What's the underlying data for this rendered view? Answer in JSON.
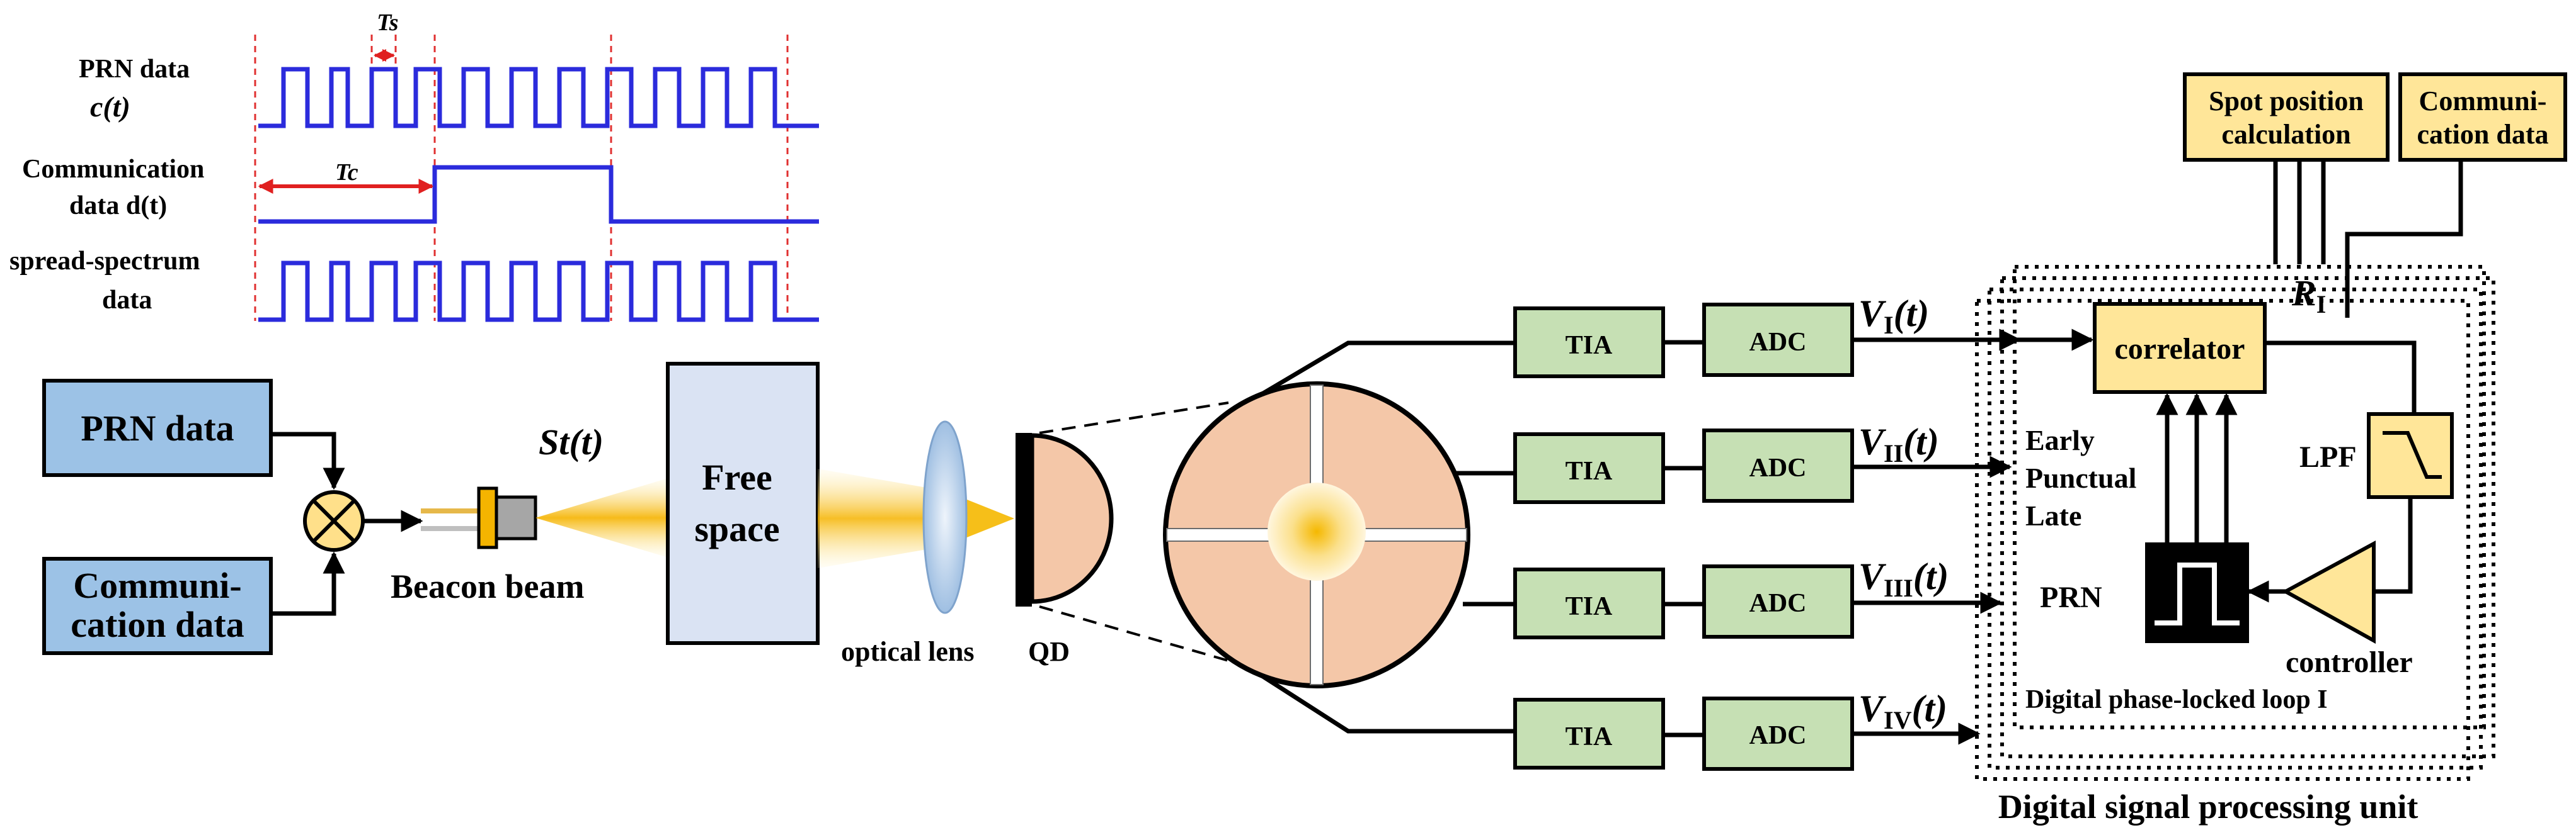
{
  "timing": {
    "prn_label_1": "PRN data",
    "prn_label_2": "c(t)",
    "comm_label_1": "Communication",
    "comm_label_2": "data d(t)",
    "spread_label_1": "spread-spectrum",
    "spread_label_2": "data",
    "ts_label": "Ts",
    "tc_label": "Tc"
  },
  "transmitter": {
    "prn_box": "PRN data",
    "comm_box_1": "Communi-",
    "comm_box_2": "cation data",
    "beacon_label": "Beacon beam",
    "signal_label": "St(t)",
    "free_space_1": "Free",
    "free_space_2": "space",
    "lens_label": "optical lens",
    "qd_label": "QD"
  },
  "channels": [
    {
      "tia": "TIA",
      "adc": "ADC",
      "voltage": "V",
      "subscript": "I",
      "arg": "(t)"
    },
    {
      "tia": "TIA",
      "adc": "ADC",
      "voltage": "V",
      "subscript": "II",
      "arg": "(t)"
    },
    {
      "tia": "TIA",
      "adc": "ADC",
      "voltage": "V",
      "subscript": "III",
      "arg": "(t)"
    },
    {
      "tia": "TIA",
      "adc": "ADC",
      "voltage": "V",
      "subscript": "IV",
      "arg": "(t)"
    }
  ],
  "dsp": {
    "correlator": "correlator",
    "lpf": "LPF",
    "prn": "PRN",
    "controller": "controller",
    "early": "Early",
    "punctual": "Punctual",
    "late": "Late",
    "r_label": "R",
    "r_sub": "I",
    "loop_label": "Digital phase-locked loop I",
    "unit_label": "Digital signal processing unit",
    "spot_1": "Spot position",
    "spot_2": "calculation",
    "comm_out_1": "Communi-",
    "comm_out_2": "cation data"
  },
  "colors": {
    "blue_box": "#9cc2e6",
    "green_box": "#c6e0b4",
    "yellow_box": "#ffe699",
    "free_space": "#dae3f3",
    "waveform": "#2b2bdc",
    "detector": "#f4c7a8"
  }
}
